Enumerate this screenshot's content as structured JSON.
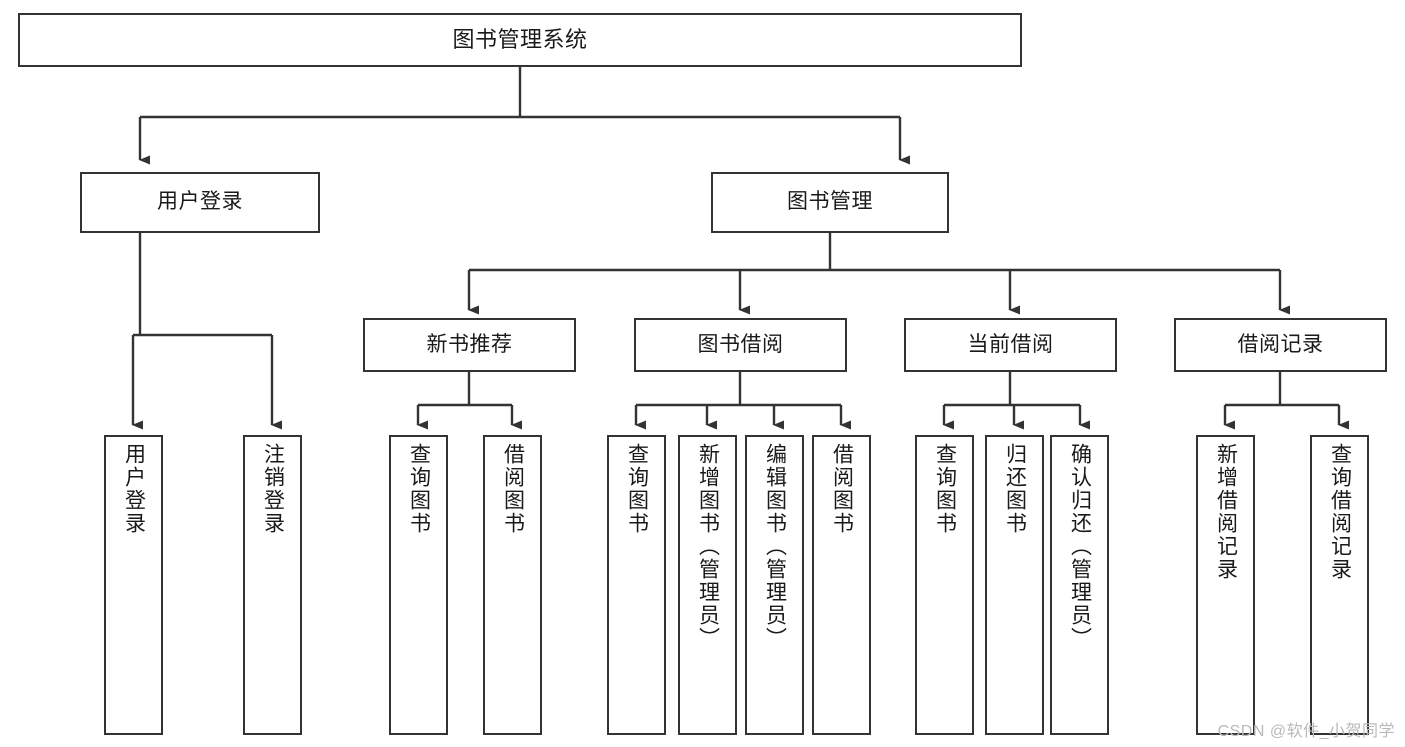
{
  "diagram": {
    "type": "tree-hierarchy",
    "title": "图书管理系统",
    "colors": {
      "box_stroke": "#333333",
      "box_fill": "#ffffff",
      "connector": "#333333",
      "text": "#1a1a1a",
      "watermark": "#b9b9b9",
      "background": "#ffffff"
    },
    "levels": {
      "root": {
        "label": "图书管理系统"
      },
      "level2": [
        {
          "label": "用户登录"
        },
        {
          "label": "图书管理"
        }
      ],
      "level3": [
        {
          "label": "新书推荐"
        },
        {
          "label": "图书借阅"
        },
        {
          "label": "当前借阅"
        },
        {
          "label": "借阅记录"
        }
      ],
      "leaves": {
        "user_login": [
          {
            "label": "用户登录"
          },
          {
            "label": "注销登录"
          }
        ],
        "new_book_recommend": [
          {
            "label": "查询图书"
          },
          {
            "label": "借阅图书"
          }
        ],
        "book_borrow": [
          {
            "label": "查询图书"
          },
          {
            "label": "新增图书（管理员）"
          },
          {
            "label": "编辑图书（管理员）"
          },
          {
            "label": "借阅图书"
          }
        ],
        "current_borrow": [
          {
            "label": "查询图书"
          },
          {
            "label": "归还图书"
          },
          {
            "label": "确认归还（管理员）"
          }
        ],
        "borrow_record": [
          {
            "label": "新增借阅记录"
          },
          {
            "label": "查询借阅记录"
          }
        ]
      }
    },
    "watermark": "CSDN @软件_小贺同学"
  }
}
